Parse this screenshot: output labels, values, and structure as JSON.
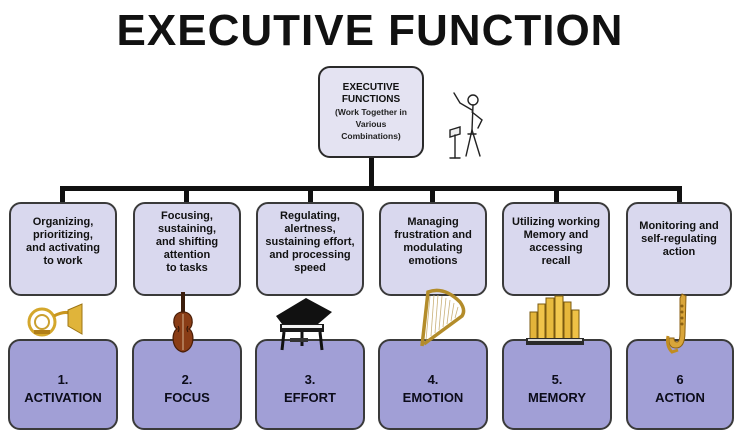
{
  "title": "EXECUTIVE FUNCTION",
  "center": {
    "main_line1": "EXECUTIVE",
    "main_line2": "FUNCTIONS",
    "sub_line1": "(Work Together in",
    "sub_line2": "Various",
    "sub_line3": "Combinations)"
  },
  "descriptions": [
    [
      "Organizing,",
      "prioritizing,",
      "and activating",
      "to work"
    ],
    [
      "Focusing,",
      "sustaining,",
      "and shifting",
      "attention",
      "to tasks"
    ],
    [
      "Regulating,",
      "alertness,",
      "sustaining effort,",
      "and processing",
      "speed"
    ],
    [
      "Managing",
      "frustration and",
      "modulating",
      "emotions"
    ],
    [
      "Utilizing working",
      "Memory and",
      "accessing",
      "recall"
    ],
    [
      "Monitoring and",
      "self-regulating",
      "action"
    ]
  ],
  "categories": [
    {
      "number": "1.",
      "name": "ACTIVATION"
    },
    {
      "number": "2.",
      "name": "FOCUS"
    },
    {
      "number": "3.",
      "name": "EFFORT"
    },
    {
      "number": "4.",
      "name": "EMOTION"
    },
    {
      "number": "5.",
      "name": "MEMORY"
    },
    {
      "number": "6",
      "name": "ACTION"
    }
  ],
  "instruments": [
    "conductor-icon",
    "french-horn-icon",
    "violin-icon",
    "piano-icon",
    "harp-icon",
    "pipe-organ-icon",
    "saxophone-icon"
  ],
  "colors": {
    "description_box": "#d9d8ee",
    "category_box": "#a19fd6",
    "center_box": "#e4e3f2",
    "connector": "#111111"
  }
}
